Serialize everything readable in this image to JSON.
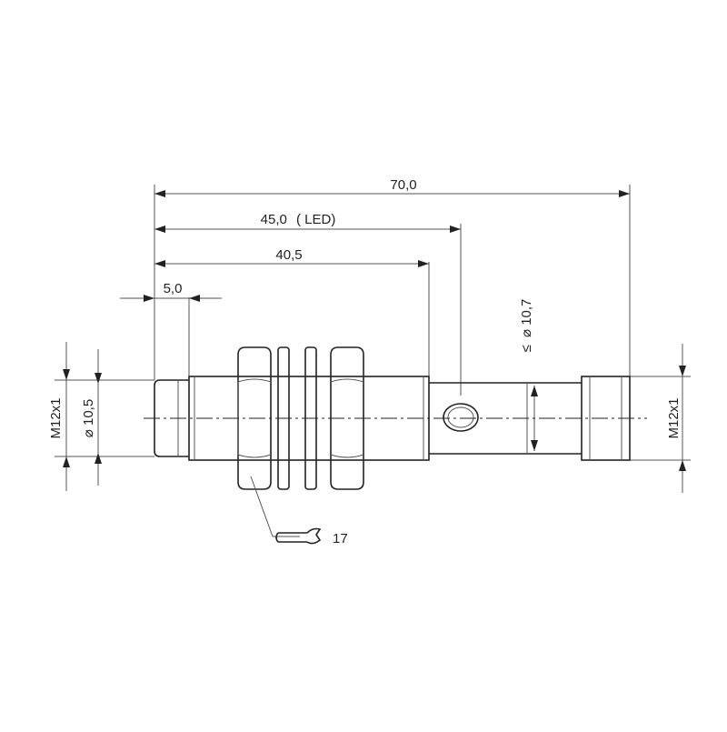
{
  "dimensions": {
    "overall_length": "70,0",
    "led_position": "45,0",
    "led_note": "( LED)",
    "thread_length": "40,5",
    "face_length": "5,0",
    "housing_thread_left": "M12x1",
    "face_diameter": "10,5",
    "body_diameter": "10,7",
    "connector_thread_right": "M12x1",
    "wrench_size": "17",
    "diameter_symbol": "⌀",
    "less_equal_symbol": "≤"
  }
}
